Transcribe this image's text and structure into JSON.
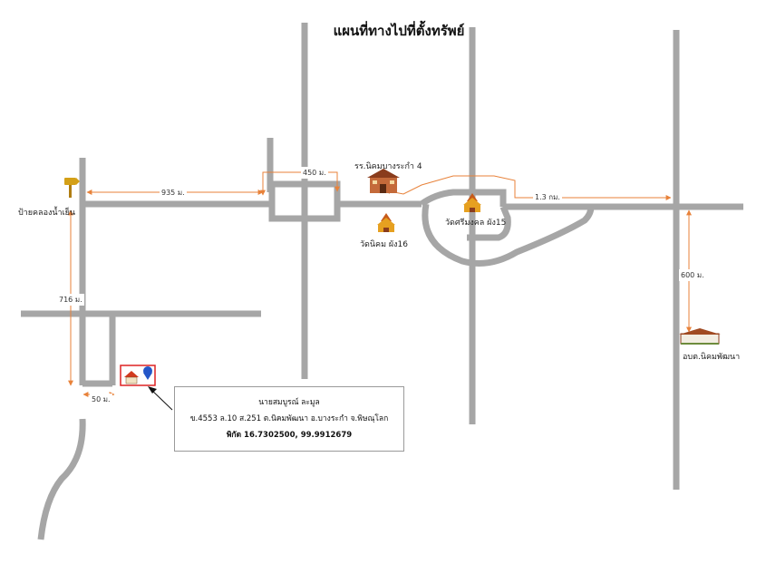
{
  "map": {
    "title": "แผนที่ทางไปที่ตั้งทรัพย์",
    "landmarks": {
      "sign": "ป้ายคลองน้ำเย็น",
      "school": "รร.นิคมบางระกำ 4",
      "temple_16": "วัดนิคม ผัง16",
      "temple_15": "วัดศรีมงคล ผัง15",
      "sao": "อบต.นิคมพัฒนา"
    },
    "distances": {
      "d935": "935 ม.",
      "d450": "450 ม.",
      "d13km": "1.3 กม.",
      "d716": "716 ม.",
      "d600": "600 ม.",
      "d50": "50 ม."
    },
    "info": {
      "owner": "นายสมบูรณ์ ละมูล",
      "deed": "ข.4553 ล.10 ส.251 ต.นิคมพัฒนา อ.บางระกำ จ.พิษณุโลก",
      "coords": "พิกัด 16.7302500, 99.9912679"
    },
    "colors": {
      "road": "#a6a6a6",
      "arrow": "#e8823a",
      "temple": "#e6a020",
      "house_roof": "#d23a1e",
      "marker_blue": "#2456c8",
      "sign_wood": "#d4a017"
    },
    "icons": [
      "signpost-icon",
      "school-icon",
      "temple-icon",
      "temple-icon",
      "government-building-icon",
      "house-icon",
      "location-pin-icon"
    ]
  }
}
